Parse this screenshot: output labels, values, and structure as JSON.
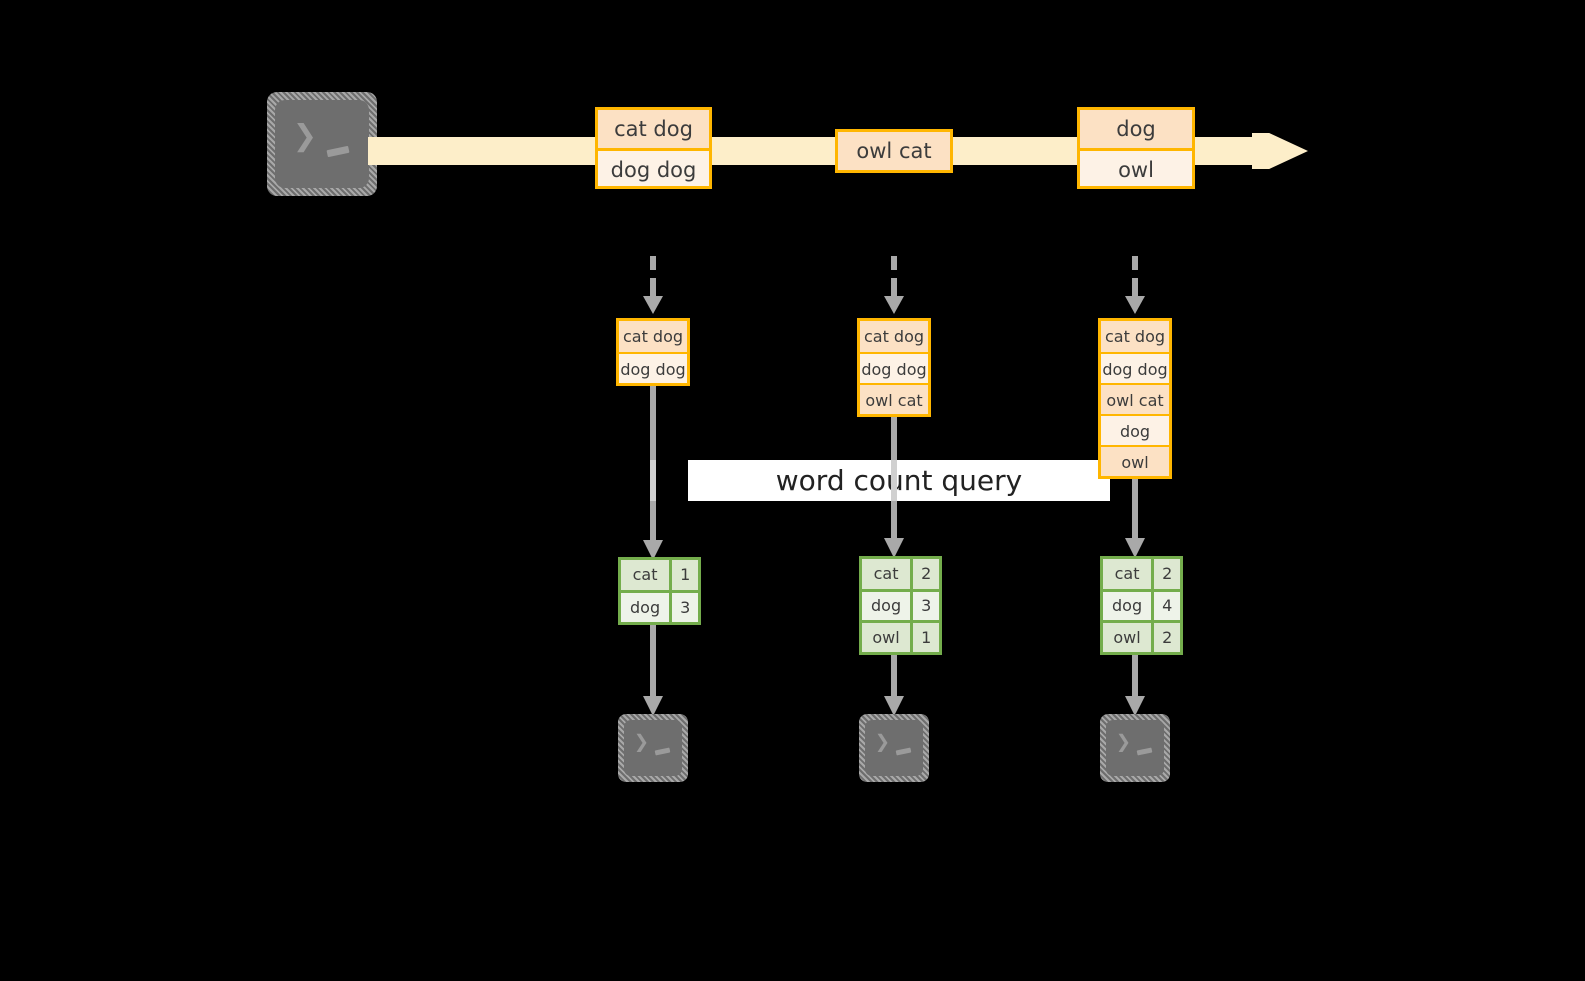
{
  "diagram": {
    "title": "word count query streaming diagram",
    "colors": {
      "background": "#000000",
      "stream_fill": "#fdeec9",
      "box_border": "#ffb600",
      "box_fill_dark": "#fce1c4",
      "box_fill_light": "#fdf2e6",
      "table_border": "#74ad4c",
      "table_fill_dark": "#dde8d1",
      "table_fill_light": "#eef3e9",
      "arrow_gray": "#a9a9a9",
      "terminal_gray": "#6e6e6e",
      "band_white": "#ffffff"
    },
    "source": {
      "icon": "terminal-icon",
      "label": ""
    },
    "stream": {
      "icon": "right-arrow-stream",
      "events": [
        {
          "name": "event-group-1",
          "lines": [
            {
              "text": "cat dog",
              "shade": "dark"
            },
            {
              "text": "dog dog",
              "shade": "light"
            }
          ]
        },
        {
          "name": "event-group-2",
          "lines": [
            {
              "text": "owl cat",
              "shade": "dark"
            }
          ]
        },
        {
          "name": "event-group-3",
          "lines": [
            {
              "text": "dog",
              "shade": "dark"
            },
            {
              "text": "owl",
              "shade": "light"
            }
          ]
        }
      ]
    },
    "query": {
      "label": "word count query"
    },
    "snapshots": [
      {
        "name": "snapshot-1",
        "input_rows": [
          {
            "text": "cat dog",
            "shade": "dark"
          },
          {
            "text": "dog dog",
            "shade": "light"
          }
        ],
        "result_header": [],
        "result_rows": [
          {
            "word": "cat",
            "count": "1",
            "shade": "dark"
          },
          {
            "word": "dog",
            "count": "3",
            "shade": "light"
          }
        ],
        "sink_icon": "terminal-icon"
      },
      {
        "name": "snapshot-2",
        "input_rows": [
          {
            "text": "cat dog",
            "shade": "dark"
          },
          {
            "text": "dog dog",
            "shade": "light"
          },
          {
            "text": "owl cat",
            "shade": "dark"
          }
        ],
        "result_header": [],
        "result_rows": [
          {
            "word": "cat",
            "count": "2",
            "shade": "dark"
          },
          {
            "word": "dog",
            "count": "3",
            "shade": "light"
          },
          {
            "word": "owl",
            "count": "1",
            "shade": "dark"
          }
        ],
        "sink_icon": "terminal-icon"
      },
      {
        "name": "snapshot-3",
        "input_rows": [
          {
            "text": "cat dog",
            "shade": "dark"
          },
          {
            "text": "dog dog",
            "shade": "light"
          },
          {
            "text": "owl cat",
            "shade": "dark"
          },
          {
            "text": "dog",
            "shade": "light"
          },
          {
            "text": "owl",
            "shade": "dark"
          }
        ],
        "result_header": [],
        "result_rows": [
          {
            "word": "cat",
            "count": "2",
            "shade": "dark"
          },
          {
            "word": "dog",
            "count": "4",
            "shade": "light"
          },
          {
            "word": "owl",
            "count": "2",
            "shade": "dark"
          }
        ],
        "sink_icon": "terminal-icon"
      }
    ],
    "terminal_glyph": {
      "prompt": "❯"
    }
  }
}
